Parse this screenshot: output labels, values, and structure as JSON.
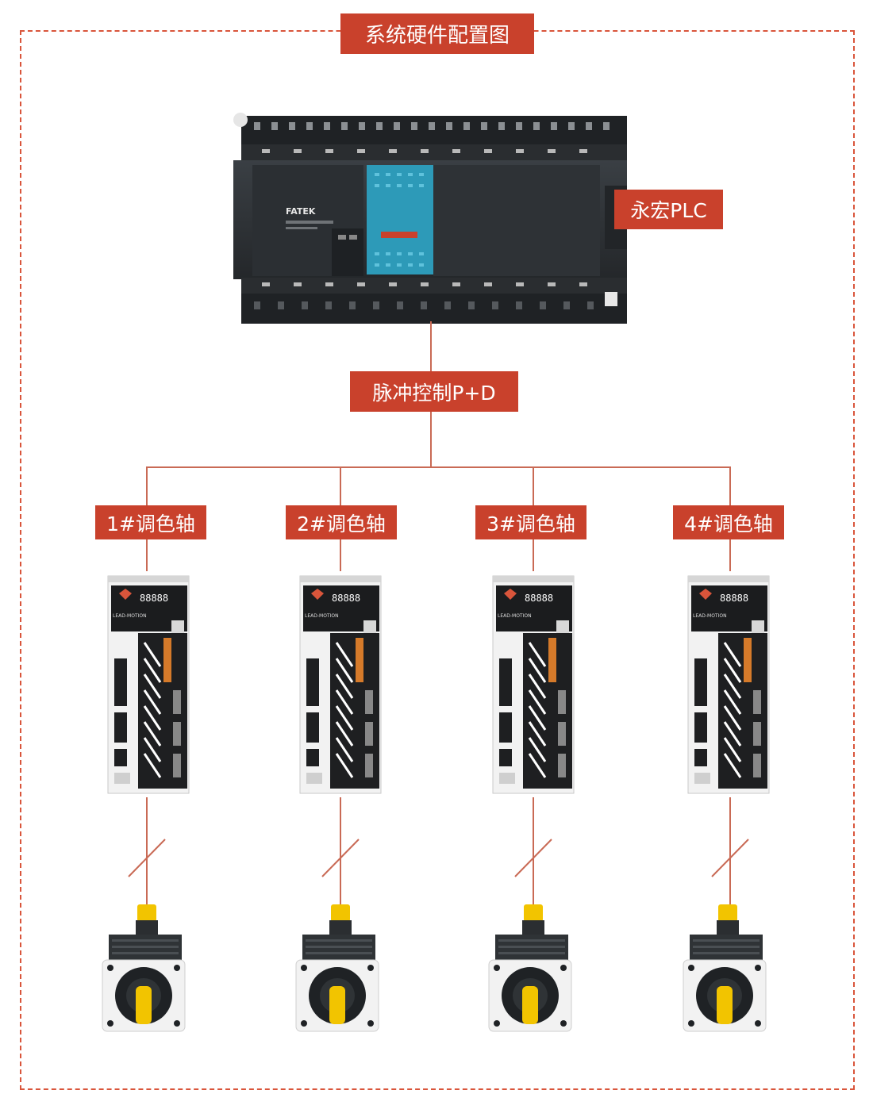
{
  "title": "系统硬件配置图",
  "controller": {
    "label": "永宏PLC",
    "brand": "FATEK"
  },
  "bus": {
    "label": "脉冲控制P+D"
  },
  "axes": [
    {
      "label": "1#调色轴"
    },
    {
      "label": "2#调色轴"
    },
    {
      "label": "3#调色轴"
    },
    {
      "label": "4#调色轴"
    }
  ],
  "drive_display": "88888",
  "drive_brand": "LEAD-MOTION",
  "colors": {
    "accent": "#c9412c",
    "frame": "#d9553b",
    "connector": "#c96a55",
    "plc_body": "#2f3337",
    "plc_panel": "#2d9ab8",
    "motor_plug": "#f2c400"
  }
}
